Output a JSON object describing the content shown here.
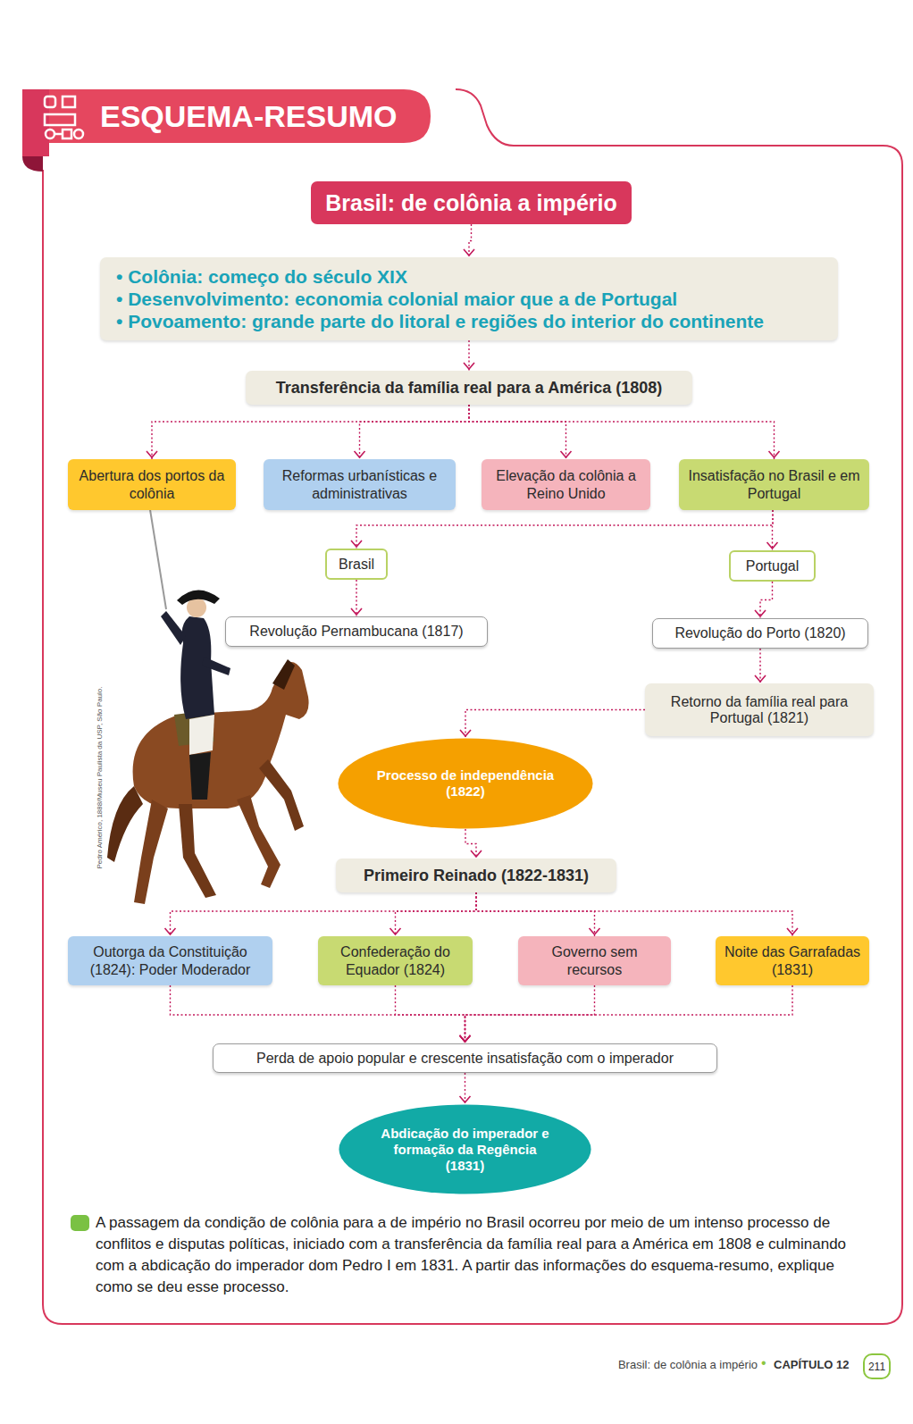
{
  "diagram": {
    "title": "ESQUEMA-RESUMO",
    "nodes": [
      {
        "text": [
          "Brasil: de colônia a império"
        ]
      },
      {
        "text": [
          "• Colônia: começo do século XIX",
          "• Desenvolvimento: economia colonial maior que a de Portugal",
          "• Povoamento: grande parte do litoral e regiões do interior do continente"
        ]
      },
      {
        "text": [
          "Transferência da família real para a América (1808)"
        ]
      },
      {
        "text": [
          "Abertura dos portos da colônia"
        ]
      },
      {
        "text": [
          "Reformas urbanísticas e administrativas"
        ]
      },
      {
        "text": [
          "Elevação da colônia a Reino Unido"
        ]
      },
      {
        "text": [
          "Insatisfação no Brasil e em Portugal"
        ]
      },
      {
        "text": [
          "Brasil"
        ]
      },
      {
        "text": [
          "Portugal"
        ]
      },
      {
        "text": [
          "Revolução Pernambucana (1817)"
        ]
      },
      {
        "text": [
          "Revolução do Porto (1820)"
        ]
      },
      {
        "text": [
          "Retorno da família real para Portugal (1821)"
        ]
      },
      {
        "text": [
          "Processo de independência (1822)"
        ]
      },
      {
        "text": [
          "Primeiro Reinado (1822-1831)"
        ]
      },
      {
        "text": [
          "Outorga da Constituição (1824): Poder Moderador"
        ]
      },
      {
        "text": [
          "Confederação do Equador (1824)"
        ]
      },
      {
        "text": [
          "Governo sem recursos"
        ]
      },
      {
        "text": [
          "Noite das Garrafadas (1831)"
        ]
      },
      {
        "text": [
          "Perda de apoio popular e crescente insatisfação com o imperador"
        ]
      },
      {
        "text": [
          "Abdicação do imperador e formação da Regência (1831)"
        ]
      },
      {
        "text": [
          "211"
        ]
      }
    ],
    "edges": [
      {
        "from": 0,
        "to": 1,
        "arrow": "to"
      },
      {
        "from": 1,
        "to": 2,
        "arrow": "to"
      },
      {
        "from": 2,
        "to": 3,
        "arrow": "to"
      },
      {
        "from": 2,
        "to": 4,
        "arrow": "to"
      },
      {
        "from": 2,
        "to": 5,
        "arrow": "to"
      },
      {
        "from": 2,
        "to": 6,
        "arrow": "to"
      },
      {
        "from": 6,
        "to": 7,
        "arrow": "to"
      },
      {
        "from": 6,
        "to": 8,
        "arrow": "to"
      },
      {
        "from": 7,
        "to": 9,
        "arrow": "to"
      },
      {
        "from": 8,
        "to": 10,
        "arrow": "to"
      },
      {
        "from": 10,
        "to": 11,
        "arrow": "to"
      },
      {
        "from": 11,
        "to": 12,
        "arrow": "to"
      },
      {
        "from": 12,
        "to": 13,
        "arrow": "to"
      },
      {
        "from": 13,
        "to": 14,
        "arrow": "to"
      },
      {
        "from": 13,
        "to": 15,
        "arrow": "to"
      },
      {
        "from": 13,
        "to": 16,
        "arrow": "to"
      },
      {
        "from": 13,
        "to": 17,
        "arrow": "to"
      },
      {
        "from": 14,
        "to": 18,
        "arrow": "to"
      },
      {
        "from": 15,
        "to": 18,
        "arrow": "to"
      },
      {
        "from": 16,
        "to": 18,
        "arrow": "to"
      },
      {
        "from": 17,
        "to": 18,
        "arrow": "to"
      },
      {
        "from": 18,
        "to": 19,
        "arrow": "to"
      }
    ],
    "labels": [
      "Pedro Américo, 1888/Museu Paulista da USP, São Paulo.",
      "A passagem da condição de colônia para a de império no Brasil ocorreu por meio de um intenso processo de conflitos e disputas políticas, iniciado com a transferência da família real para a América em 1808 e culminando com a abdicação do imperador dom Pedro I em 1831. A partir das informações do esquema-resumo, explique como se deu esse processo.",
      "Brasil: de colônia a império",
      "•",
      "CAPÍTULO 12"
    ]
  }
}
